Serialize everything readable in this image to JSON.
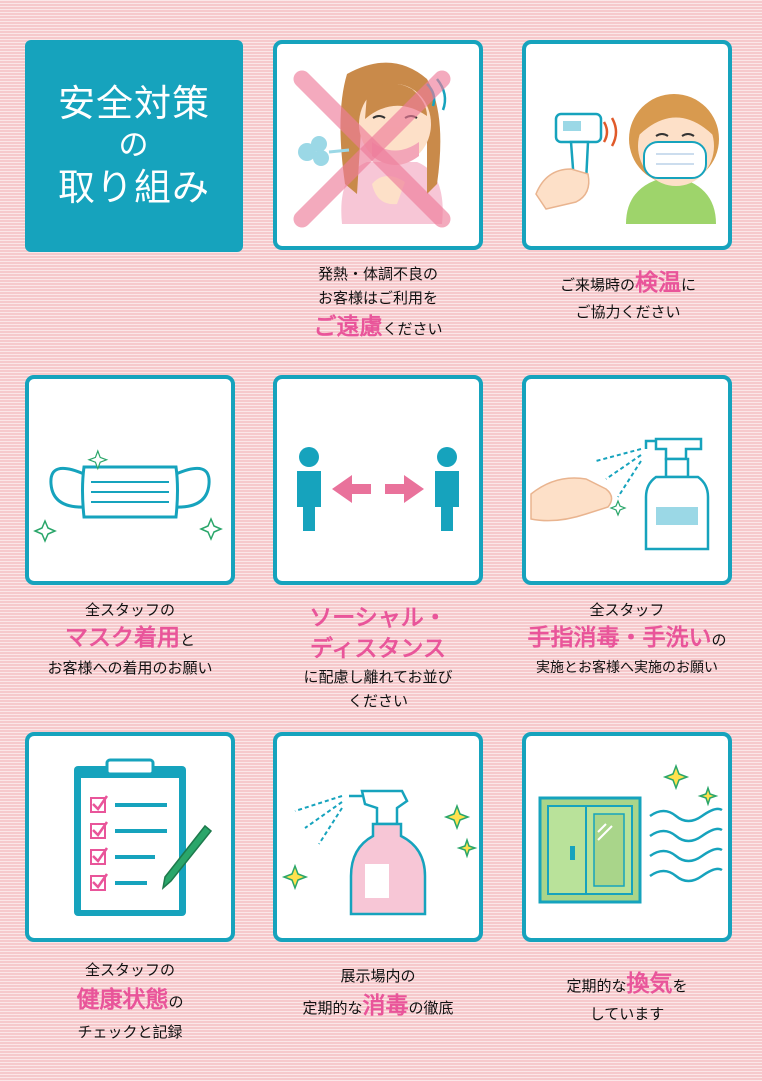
{
  "title": {
    "line1": "安全対策",
    "line2": "の",
    "line3": "取り組み"
  },
  "colors": {
    "accent": "#16a3bd",
    "highlight": "#e9559a",
    "background": "#f6c9cc"
  },
  "items": [
    {
      "icon": "sick-person-cross-icon",
      "lines": [
        "発熱・体調不良の",
        "お客様はご利用を"
      ],
      "hl": "ご遠慮",
      "after": "ください"
    },
    {
      "icon": "thermometer-check-icon",
      "before": "ご来場時の",
      "hl": "検温",
      "after": "に",
      "line2": "ご協力ください"
    },
    {
      "icon": "face-mask-icon",
      "line1": "全スタッフの",
      "hl": "マスク着用",
      "after": "と",
      "line3": "お客様への着用のお願い"
    },
    {
      "icon": "social-distance-icon",
      "hl1": "ソーシャル・",
      "hl2": "ディスタンス",
      "line3": "に配慮し離れてお並び",
      "line4": "ください"
    },
    {
      "icon": "hand-sanitizer-icon",
      "line1": "全スタッフ",
      "hl": "手指消毒・手洗い",
      "after": "の",
      "line3": "実施とお客様へ実施のお願い"
    },
    {
      "icon": "health-checklist-icon",
      "line1": "全スタッフの",
      "hl": "健康状態",
      "after": "の",
      "line3": "チェックと記録"
    },
    {
      "icon": "disinfectant-spray-icon",
      "line1": "展示場内の",
      "before": "定期的な",
      "hl": "消毒",
      "after": "の徹底"
    },
    {
      "icon": "ventilation-window-icon",
      "before": "定期的な",
      "hl": "換気",
      "after": "を",
      "line2": "しています"
    }
  ]
}
